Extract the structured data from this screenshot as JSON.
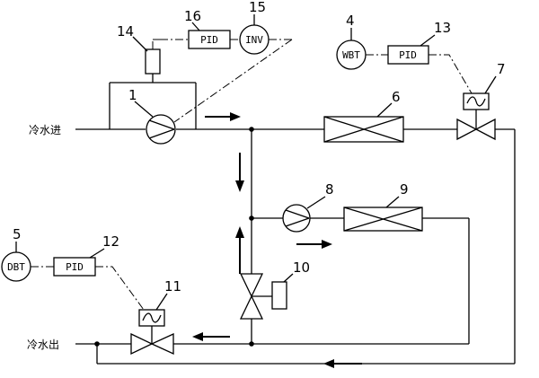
{
  "labels": {
    "water_in": "冷水进",
    "water_out": "冷水出",
    "pid": "PID",
    "inv": "INV",
    "wbt": "WBT",
    "dbt": "DBT"
  },
  "numbers": {
    "n1": "1",
    "n4": "4",
    "n5": "5",
    "n6": "6",
    "n7": "7",
    "n8": "8",
    "n9": "9",
    "n10": "10",
    "n11": "11",
    "n12": "12",
    "n13": "13",
    "n14": "14",
    "n15": "15",
    "n16": "16"
  }
}
